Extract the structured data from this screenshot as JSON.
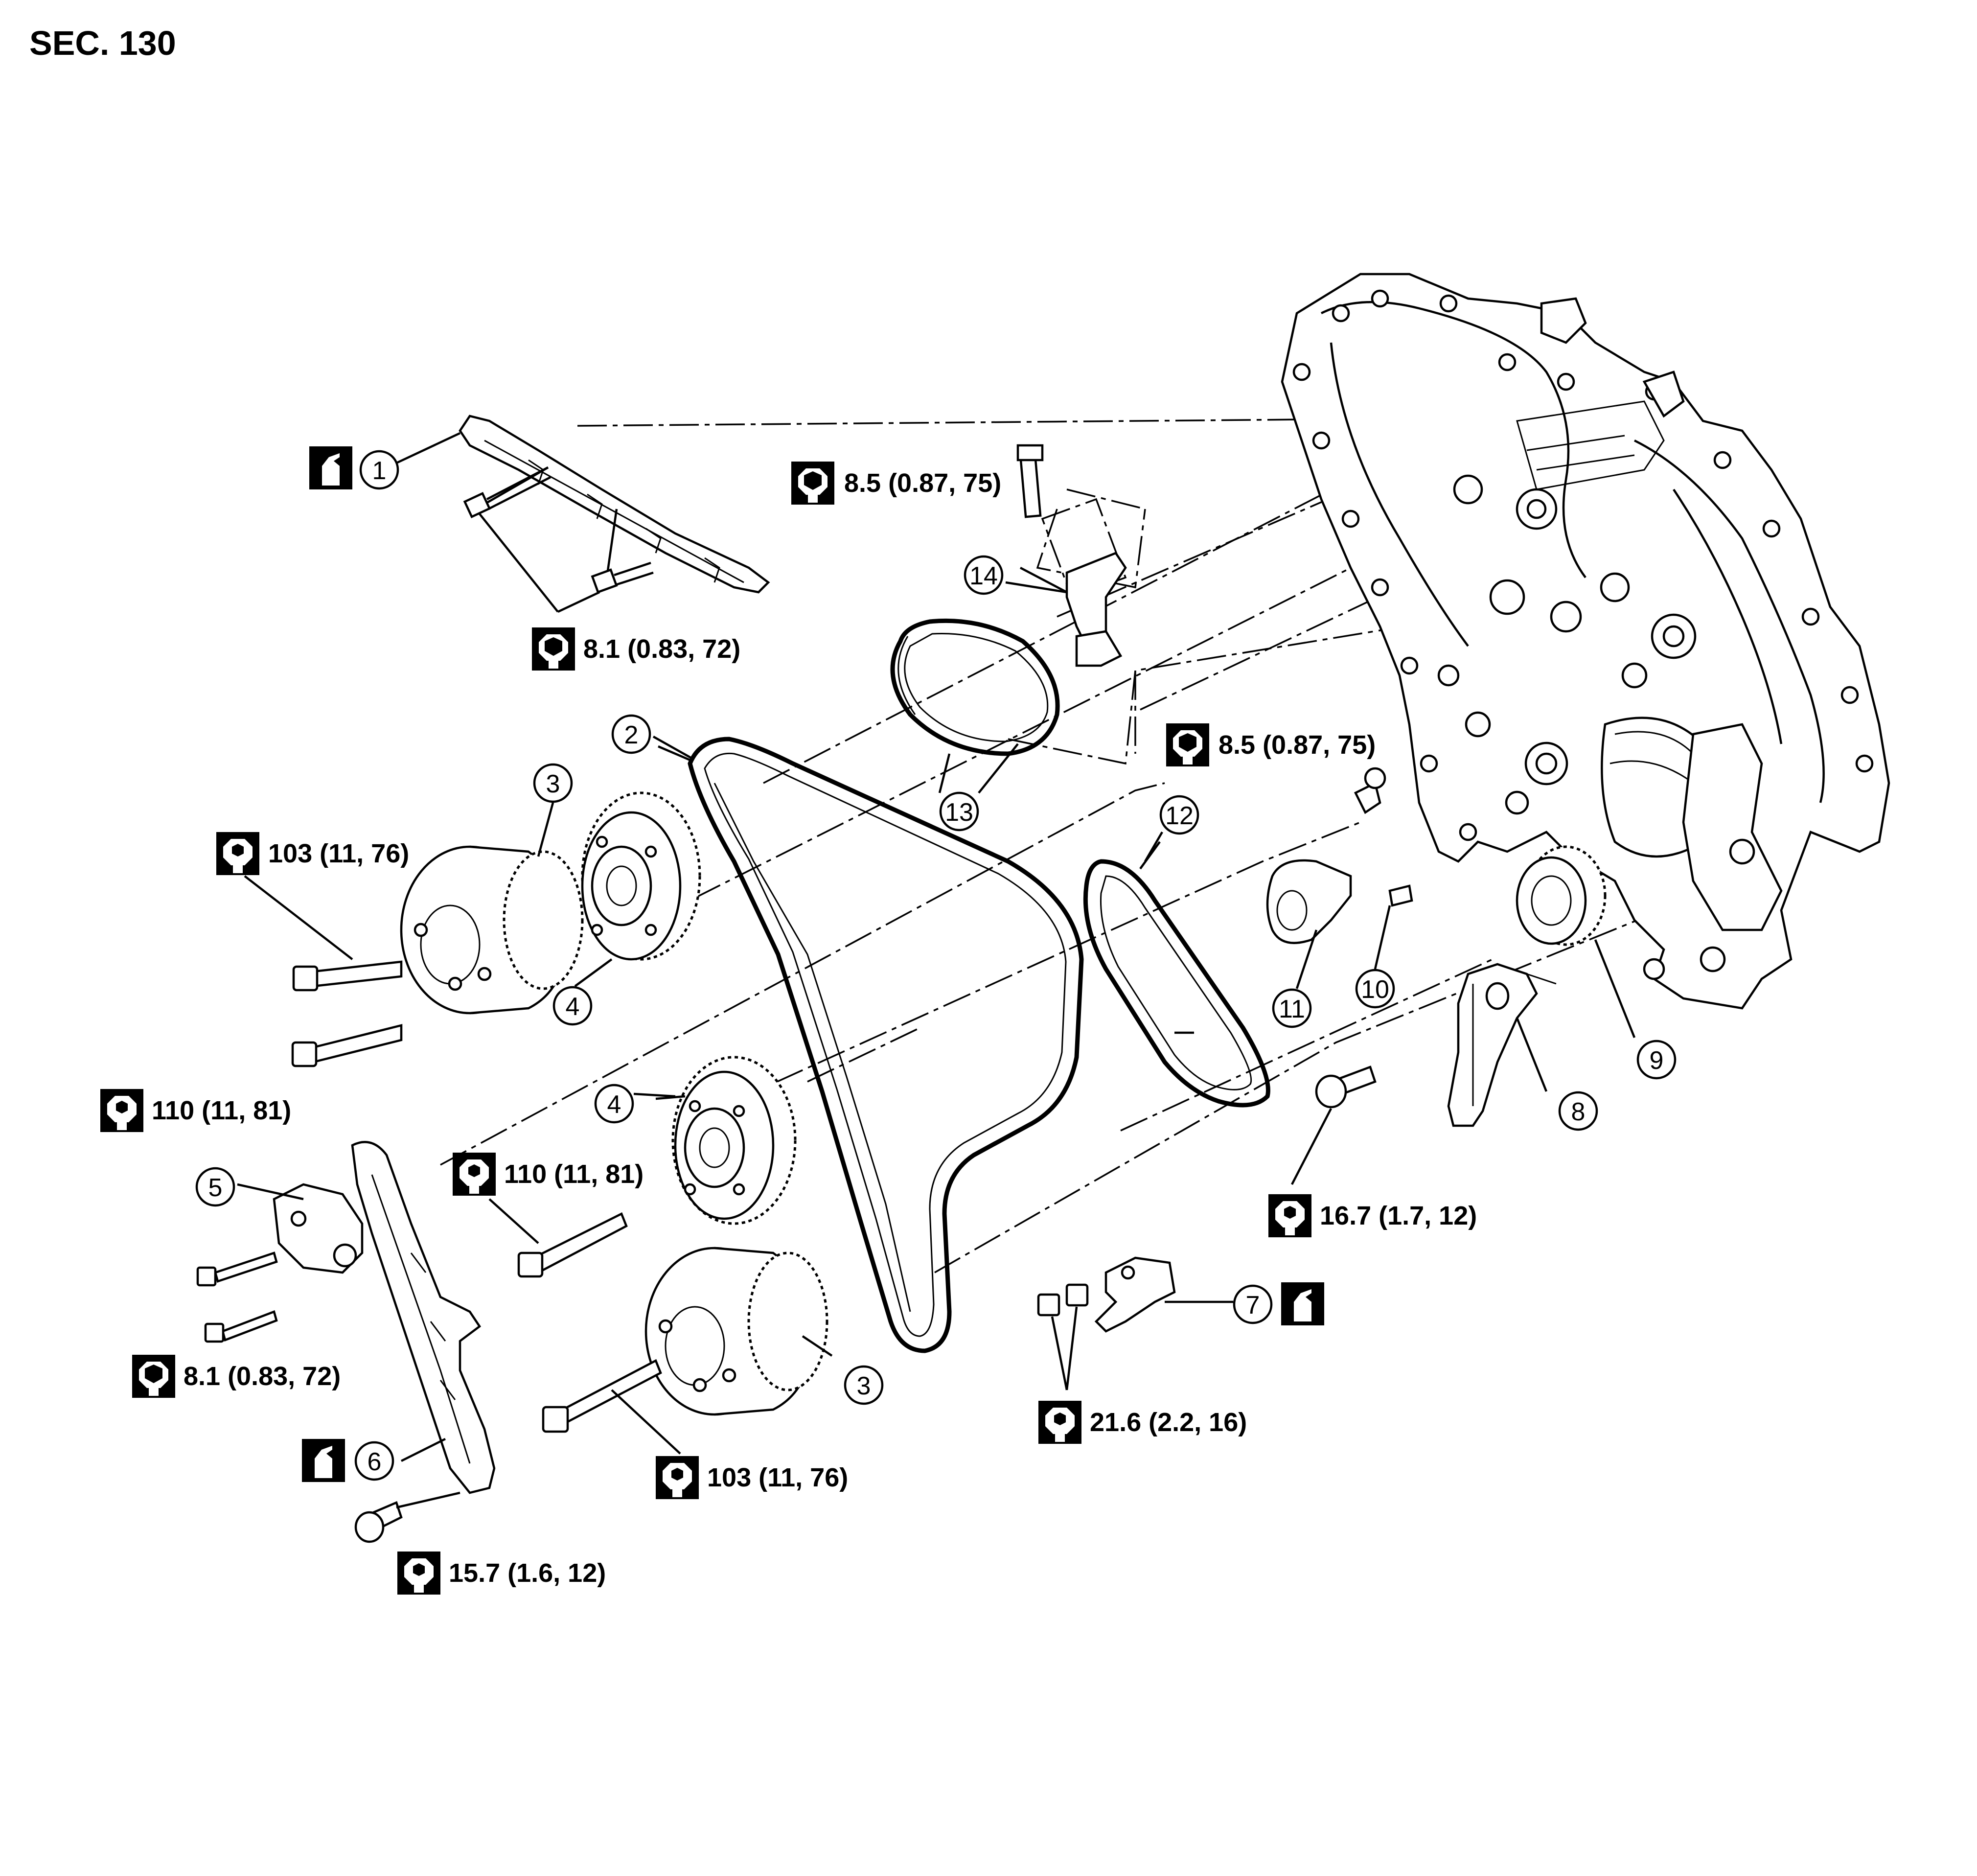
{
  "section_label": "SEC. 130",
  "callouts": [
    "1",
    "2",
    "3",
    "4",
    "4",
    "3",
    "5",
    "6",
    "7",
    "8",
    "9",
    "10",
    "11",
    "12",
    "13",
    "14"
  ],
  "torque_specs": [
    "8.5 (0.87, 75)",
    "8.1 (0.83, 72)",
    "103 (11, 76)",
    "110 (11, 81)",
    "8.5 (0.87, 75)",
    "110 (11, 81)",
    "8.1 (0.83, 72)",
    "103 (11, 76)",
    "15.7 (1.6, 12)",
    "16.7 (1.7, 12)",
    "21.6 (2.2, 16)"
  ],
  "symbols": {
    "torque_wrench_icon": "hex-socket-wrench",
    "sealant_icon": "apply-oil-can"
  }
}
